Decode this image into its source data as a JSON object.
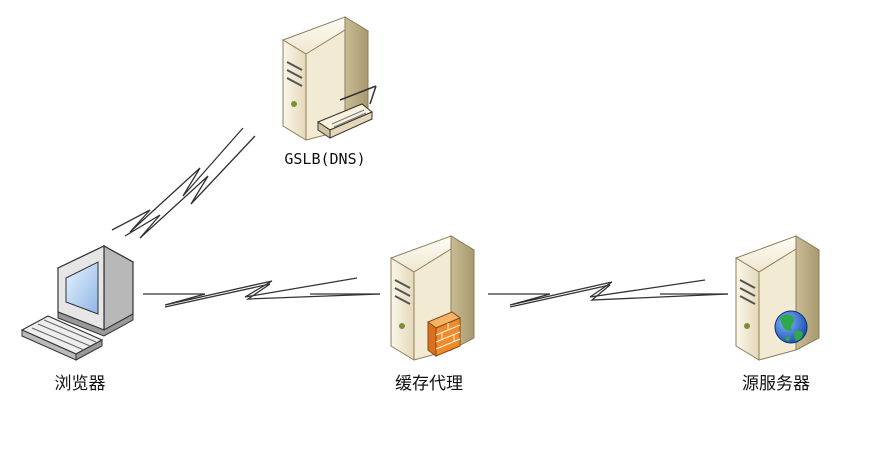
{
  "nodes": {
    "gslb": {
      "label": "GSLB(DNS)",
      "icon": "dns-server-icon"
    },
    "browser": {
      "label": "浏览器",
      "icon": "desktop-computer-icon"
    },
    "cache": {
      "label": "缓存代理",
      "icon": "proxy-server-firewall-icon"
    },
    "origin": {
      "label": "源服务器",
      "icon": "web-server-globe-icon"
    }
  },
  "links": [
    {
      "from": "浏览器",
      "to": "GSLB(DNS)",
      "style": "lightning"
    },
    {
      "from": "浏览器",
      "to": "缓存代理",
      "style": "lightning"
    },
    {
      "from": "缓存代理",
      "to": "源服务器",
      "style": "lightning"
    }
  ],
  "colors": {
    "server_body": "#efe6cf",
    "server_shadow": "#b9ab86",
    "line": "#333333",
    "firewall": "#f08a2b",
    "globe_blue": "#2a6fd6",
    "globe_green": "#2fa84a"
  }
}
